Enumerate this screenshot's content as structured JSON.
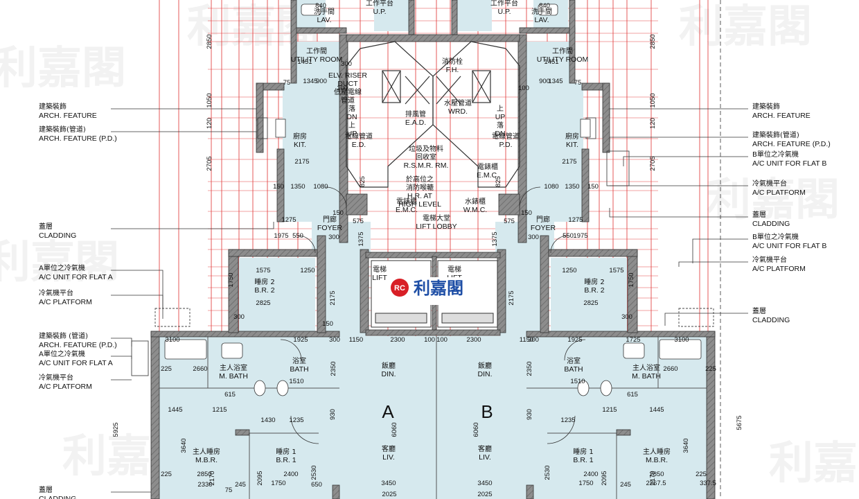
{
  "brand": {
    "name": "利嘉閣",
    "logo_letters": "RC"
  },
  "units": {
    "a": "A",
    "b": "B"
  },
  "rooms": {
    "lav_l": [
      "洗手間",
      "LAV."
    ],
    "up_l": [
      "工作平台",
      "U.P."
    ],
    "up_r": [
      "工作平台",
      "U.P."
    ],
    "lav_r": [
      "洗手間",
      "LAV."
    ],
    "util_l": [
      "工作間",
      "UTILITY ROOM"
    ],
    "util_r": [
      "工作間",
      "UTILITY ROOM"
    ],
    "fh": [
      "消防栓",
      "F.H."
    ],
    "elv": [
      "ELV. RISER",
      "DUCT",
      "低壓電線",
      "管道"
    ],
    "wrd": [
      "水壓管道",
      "WRD."
    ],
    "ead": [
      "排風管",
      "E.A.D."
    ],
    "dn_l": [
      "落",
      "DN",
      "上",
      "UP"
    ],
    "dn_r": [
      "上",
      "UP",
      "落",
      "DN"
    ],
    "ed": [
      "電線管道",
      "E.D."
    ],
    "pd": [
      "電線管道",
      "P.D."
    ],
    "kit_l": [
      "廚房",
      "KIT."
    ],
    "kit_r": [
      "廚房",
      "KIT."
    ],
    "rsmr": [
      "垃圾及物料",
      "回收室",
      "R.S.M.R. RM."
    ],
    "hr": [
      "於高位之",
      "消防喉轆",
      "H.R. AT",
      "HIGH LEVEL"
    ],
    "emc_l": [
      "電錶櫃",
      "E.M.C."
    ],
    "emc_r": [
      "電錶櫃",
      "E.M.C."
    ],
    "wmc": [
      "水錶櫃",
      "W.M.C."
    ],
    "lobby": [
      "電梯大堂",
      "LIFT LOBBY"
    ],
    "foyer_l": [
      "門廊",
      "FOYER"
    ],
    "foyer_r": [
      "門廊",
      "FOYER"
    ],
    "lift_l": [
      "電梯",
      "LIFT"
    ],
    "lift_r": [
      "電梯",
      "LIFT"
    ],
    "br2_l": [
      "睡房 2",
      "B.R. 2"
    ],
    "br2_r": [
      "睡房 2",
      "B.R. 2"
    ],
    "mbath_l": [
      "主人浴室",
      "M. BATH"
    ],
    "mbath_r": [
      "主人浴室",
      "M. BATH"
    ],
    "bath_l": [
      "浴室",
      "BATH"
    ],
    "bath_r": [
      "浴室",
      "BATH"
    ],
    "din_l": [
      "飯廳",
      "DIN."
    ],
    "din_r": [
      "飯廳",
      "DIN."
    ],
    "liv_l": [
      "客廳",
      "LIV."
    ],
    "liv_r": [
      "客廳",
      "LIV."
    ],
    "mbr_l": [
      "主人睡房",
      "M.B.R."
    ],
    "mbr_r": [
      "主人睡房",
      "M.B.R."
    ],
    "br1_l": [
      "睡房 1",
      "B.R. 1"
    ],
    "br1_r": [
      "睡房 1",
      "B.R. 1"
    ]
  },
  "callouts": {
    "left": [
      [
        "建築裝飾",
        "ARCH. FEATURE"
      ],
      [
        "建築裝飾(管道)",
        "ARCH. FEATURE  (P.D.)"
      ],
      [
        "蓋層",
        "CLADDING"
      ],
      [
        "A單位之冷氣機",
        "A/C UNIT  FOR FLAT A"
      ],
      [
        "冷氣機平台",
        "A/C PLATFORM"
      ],
      [
        "建築裝飾 (管道)",
        "ARCH. FEATURE (P.D.)"
      ],
      [
        "A單位之冷氣機",
        "A/C UNIT  FOR FLAT A"
      ],
      [
        "冷氣機平台",
        "A/C PLATFORM"
      ],
      [
        "蓋層",
        "CLADDING"
      ]
    ],
    "right": [
      [
        "建築裝飾",
        "ARCH. FEATURE"
      ],
      [
        "建築裝飾(管道)",
        "ARCH. FEATURE  (P.D.)"
      ],
      [
        "B單位之冷氣機",
        "A/C UNIT FOR FLAT B"
      ],
      [
        "冷氣機平台",
        "A/C PLATFORM"
      ],
      [
        "蓋層",
        "CLADDING"
      ],
      [
        "B單位之冷氣機",
        "A/C UNIT  FOR FLAT B"
      ],
      [
        "冷氣機平台",
        "A/C PLATFORM"
      ],
      [
        "蓋層",
        "CLADDING"
      ]
    ]
  },
  "dims": {
    "h_top_l": [
      "1451",
      "840",
      "1345",
      "100",
      "300",
      "75",
      "900"
    ],
    "h_top_r": [
      "1451",
      "840",
      "1345",
      "100",
      "900",
      "75"
    ],
    "kit_l": [
      "2175",
      "1350",
      "150",
      "1080",
      "1275"
    ],
    "kit_r": [
      "2175",
      "1350",
      "150",
      "1080",
      "1275"
    ],
    "lobby_l": [
      "575",
      "1975",
      "550",
      "150",
      "300"
    ],
    "lobby_r": [
      "575",
      "1975",
      "550",
      "150",
      "300"
    ],
    "br2_l": [
      "1575",
      "1250",
      "2825",
      "300"
    ],
    "br2_r": [
      "1250",
      "1575",
      "2825",
      "300"
    ],
    "mid_row_l": [
      "3100",
      "1925",
      "150",
      "300",
      "1150",
      "2300",
      "100"
    ],
    "mid_row_r": [
      "100",
      "2300",
      "1150",
      "300",
      "1925",
      "1725",
      "3100"
    ],
    "bath_l": [
      "225",
      "2660",
      "1510",
      "1445",
      "1215",
      "1430",
      "1235",
      "615"
    ],
    "bath_r": [
      "1510",
      "1235",
      "1215",
      "1445",
      "2660",
      "225",
      "615"
    ],
    "bottom_l": [
      "225",
      "2850",
      "2400",
      "3450",
      "1750",
      "2330",
      "245",
      "650",
      "75"
    ],
    "bottom_r": [
      "3450",
      "2400",
      "2850",
      "1750",
      "2267.5",
      "337.5",
      "245",
      "225"
    ],
    "v_left": [
      "2850",
      "1050",
      "120",
      "2705",
      "5925",
      "3640",
      "2170",
      "2095",
      "2530",
      "2350",
      "930",
      "6060",
      "2175",
      "1750",
      "1375",
      "825"
    ],
    "v_right": [
      "2850",
      "1050",
      "120",
      "2705",
      "5675",
      "3640",
      "2170",
      "2095",
      "2530",
      "2350",
      "930",
      "6060",
      "2175",
      "1750",
      "1375",
      "825"
    ],
    "bottom_strip": [
      "2025",
      "2025"
    ]
  }
}
